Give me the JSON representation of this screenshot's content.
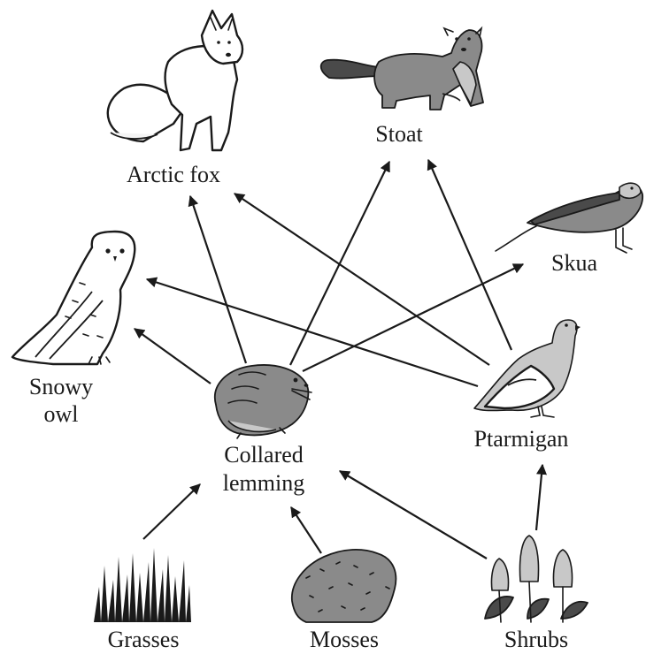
{
  "organisms": {
    "arctic_fox": "Arctic fox",
    "stoat": "Stoat",
    "skua": "Skua",
    "snowy_owl_line1": "Snowy",
    "snowy_owl_line2": "owl",
    "lemming_line1": "Collared",
    "lemming_line2": "lemming",
    "ptarmigan": "Ptarmigan",
    "grasses": "Grasses",
    "mosses": "Mosses",
    "shrubs": "Shrubs"
  },
  "food_links": [
    {
      "from": "Grasses",
      "to": "Collared lemming"
    },
    {
      "from": "Mosses",
      "to": "Collared lemming"
    },
    {
      "from": "Shrubs",
      "to": "Collared lemming"
    },
    {
      "from": "Shrubs",
      "to": "Ptarmigan"
    },
    {
      "from": "Collared lemming",
      "to": "Snowy owl"
    },
    {
      "from": "Collared lemming",
      "to": "Arctic fox"
    },
    {
      "from": "Collared lemming",
      "to": "Stoat"
    },
    {
      "from": "Collared lemming",
      "to": "Skua"
    },
    {
      "from": "Ptarmigan",
      "to": "Snowy owl"
    },
    {
      "from": "Ptarmigan",
      "to": "Arctic fox"
    },
    {
      "from": "Ptarmigan",
      "to": "Stoat"
    }
  ]
}
